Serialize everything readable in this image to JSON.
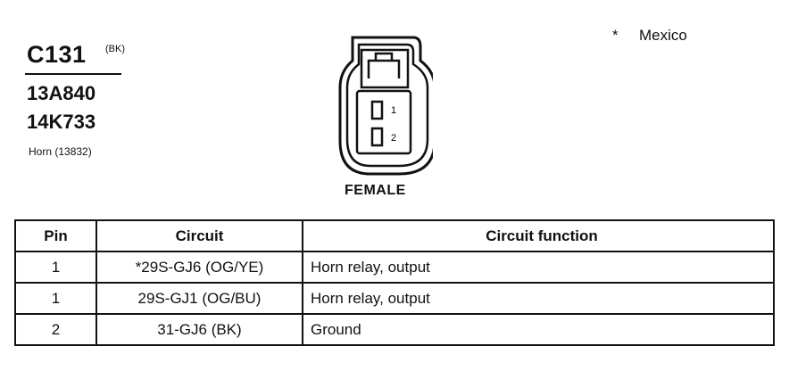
{
  "connector": {
    "id": "C131",
    "color_code": "(BK)",
    "part_numbers": [
      "13A840",
      "14K733"
    ],
    "component": "Horn (13832)",
    "gender": "FEMALE",
    "pin_labels": [
      "1",
      "2"
    ]
  },
  "note": {
    "symbol": "*",
    "text": "Mexico"
  },
  "table": {
    "headers": {
      "pin": "Pin",
      "circuit": "Circuit",
      "function": "Circuit function"
    },
    "rows": [
      {
        "pin": "1",
        "circuit": "*29S-GJ6 (OG/YE)",
        "function": "Horn relay, output"
      },
      {
        "pin": "1",
        "circuit": "29S-GJ1 (OG/BU)",
        "function": "Horn relay, output"
      },
      {
        "pin": "2",
        "circuit": "31-GJ6 (BK)",
        "function": "Ground"
      }
    ]
  }
}
